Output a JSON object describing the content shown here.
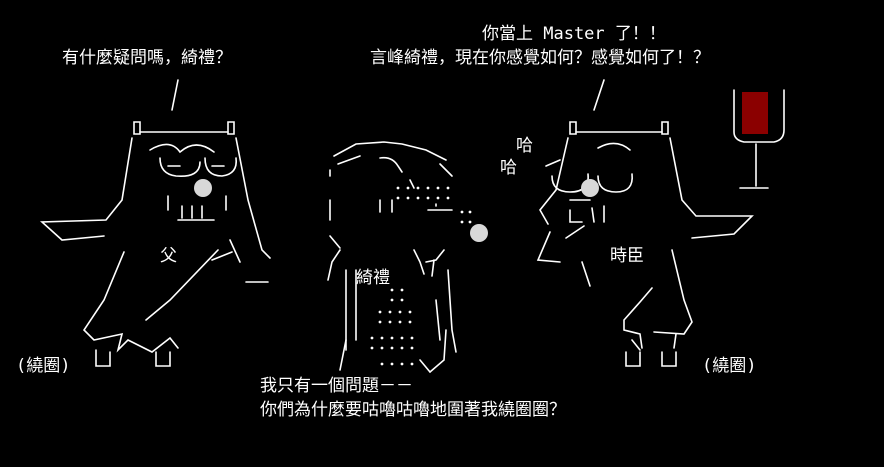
{
  "speech": {
    "left_question": "有什麼疑問嗎，綺禮？",
    "right_line1": "你當上 Master 了！！",
    "right_line2": "言峰綺禮，現在你感覺如何？感覺如何了！？"
  },
  "labels": {
    "father": "父",
    "center_kirei": "綺禮",
    "tokiomi": "時臣",
    "laugh1": "哈",
    "laugh2": "哈",
    "circling_left": "(繞圈)",
    "circling_right": "(繞圈)"
  },
  "bottom": {
    "line1": "我只有一個問題－－",
    "line2": "你們為什麼要咕嚕咕嚕地圍著我繞圈圈？"
  },
  "colors": {
    "background": "#000000",
    "text": "#ffffff",
    "wine": "#8b0000",
    "ball": "#d8d8d8"
  }
}
